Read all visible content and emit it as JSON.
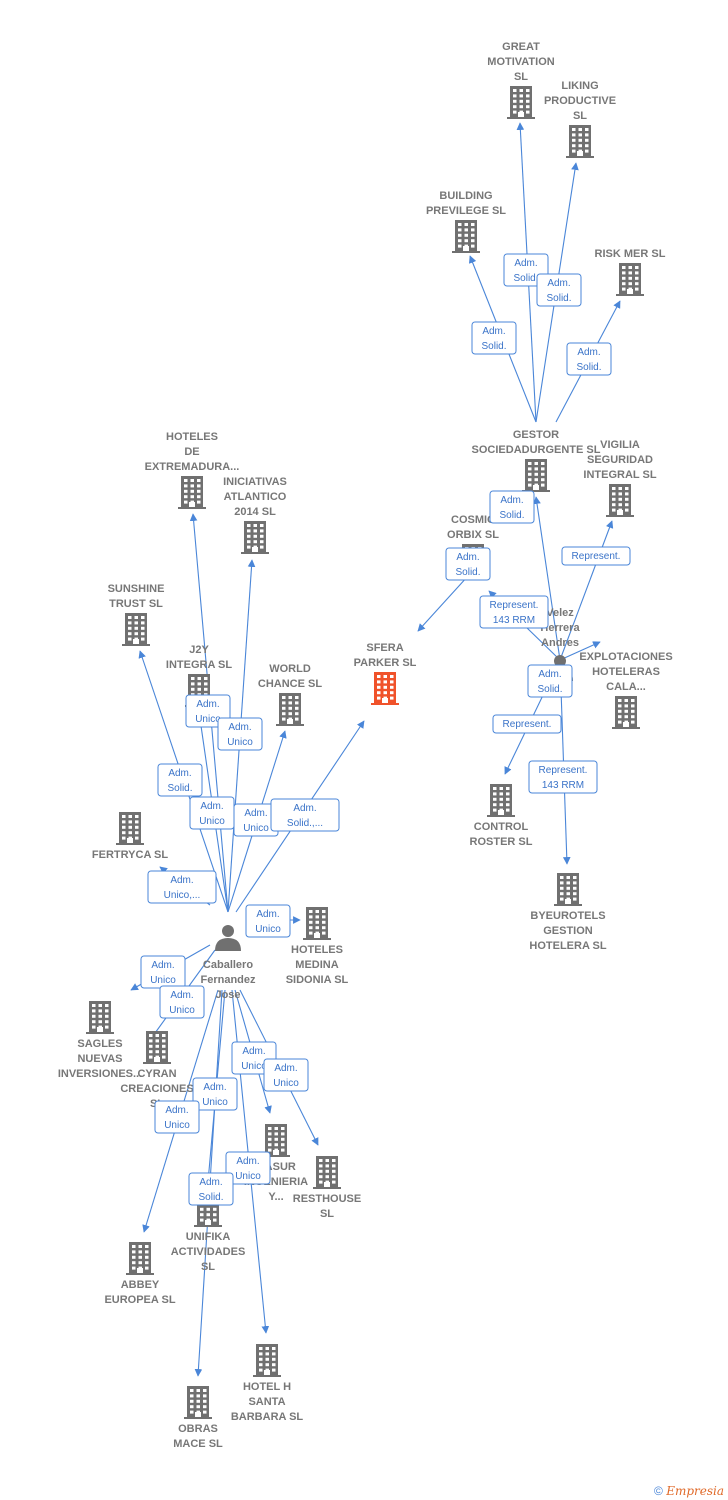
{
  "colors": {
    "node": "#707070",
    "main_node": "#f0522a",
    "edge": "#4a86d8",
    "label_text": "#3a73c8"
  },
  "nodes": [
    {
      "id": "great",
      "type": "company",
      "lines": [
        "GREAT",
        "MOTIVATION",
        "SL"
      ]
    },
    {
      "id": "liking",
      "type": "company",
      "lines": [
        "LIKING",
        "PRODUCTIVE",
        "SL"
      ]
    },
    {
      "id": "building",
      "type": "company",
      "lines": [
        "BUILDING",
        "PREVILEGE SL"
      ]
    },
    {
      "id": "riskmer",
      "type": "company",
      "lines": [
        "RISK MER SL"
      ]
    },
    {
      "id": "gestor",
      "type": "company",
      "lines": [
        "GESTOR",
        "SOCIEDADURGENTE SL"
      ]
    },
    {
      "id": "vigilia",
      "type": "company",
      "lines": [
        "VIGILIA",
        "SEGURIDAD",
        "INTEGRAL SL"
      ]
    },
    {
      "id": "cosmic",
      "type": "company",
      "lines": [
        "COSMIC",
        "ORBIX SL"
      ]
    },
    {
      "id": "velez",
      "type": "person",
      "lines": [
        "Velez",
        "Herrera",
        "Andres"
      ]
    },
    {
      "id": "explotaciones",
      "type": "company",
      "lines": [
        "EXPLOTACIONES",
        "HOTELERAS",
        "CALA..."
      ]
    },
    {
      "id": "control",
      "type": "company",
      "lines": [
        "CONTROL",
        "ROSTER SL"
      ]
    },
    {
      "id": "byeurotels",
      "type": "company",
      "lines": [
        "BYEUROTELS",
        "GESTION",
        "HOTELERA SL"
      ]
    },
    {
      "id": "sfera",
      "type": "main",
      "lines": [
        "SFERA",
        "PARKER SL"
      ]
    },
    {
      "id": "hoteles_ext",
      "type": "company",
      "lines": [
        "HOTELES",
        "DE",
        "EXTREMADURA..."
      ]
    },
    {
      "id": "iniciativas",
      "type": "company",
      "lines": [
        "INICIATIVAS",
        "ATLANTICO",
        "2014 SL"
      ]
    },
    {
      "id": "sunshine",
      "type": "company",
      "lines": [
        "SUNSHINE",
        "TRUST SL"
      ]
    },
    {
      "id": "j2y",
      "type": "company",
      "lines": [
        "J2Y",
        "INTEGRA SL"
      ]
    },
    {
      "id": "world",
      "type": "company",
      "lines": [
        "WORLD",
        "CHANCE SL"
      ]
    },
    {
      "id": "fertryca",
      "type": "company",
      "lines": [
        "FERTRYCA SL"
      ]
    },
    {
      "id": "caballero",
      "type": "person",
      "lines": [
        "Caballero",
        "Fernandez",
        "Jose"
      ]
    },
    {
      "id": "medina",
      "type": "company",
      "lines": [
        "HOTELES",
        "MEDINA",
        "SIDONIA SL"
      ]
    },
    {
      "id": "sagles",
      "type": "company",
      "lines": [
        "SAGLES",
        "NUEVAS",
        "INVERSIONES..."
      ]
    },
    {
      "id": "cyran",
      "type": "company",
      "lines": [
        "CYRAN",
        "CREACIONES",
        "SL"
      ]
    },
    {
      "id": "gasur",
      "type": "company",
      "lines": [
        "GASUR",
        "INGENIERIA",
        "Y..."
      ]
    },
    {
      "id": "resthouse",
      "type": "company",
      "lines": [
        "RESTHOUSE",
        "SL"
      ]
    },
    {
      "id": "unifika",
      "type": "company",
      "lines": [
        "UNIFIKA",
        "ACTIVIDADES",
        "SL"
      ]
    },
    {
      "id": "abbey",
      "type": "company",
      "lines": [
        "ABBEY",
        "EUROPEA SL"
      ]
    },
    {
      "id": "hotelh",
      "type": "company",
      "lines": [
        "HOTEL H",
        "SANTA",
        "BARBARA SL"
      ]
    },
    {
      "id": "obras",
      "type": "company",
      "lines": [
        "OBRAS",
        "MACE SL"
      ]
    }
  ],
  "edges": [
    {
      "from": "gestor",
      "to": "great",
      "label": [
        "Adm.",
        "Solid."
      ]
    },
    {
      "from": "gestor",
      "to": "liking",
      "label": [
        "Adm.",
        "Solid."
      ]
    },
    {
      "from": "gestor",
      "to": "building",
      "label": [
        "Adm.",
        "Solid."
      ]
    },
    {
      "from": "gestor",
      "to": "riskmer",
      "label": [
        "Adm.",
        "Solid."
      ]
    },
    {
      "from": "velez",
      "to": "gestor",
      "label": [
        "Adm.",
        "Solid."
      ]
    },
    {
      "from": "velez",
      "to": "vigilia",
      "label": [
        "Represent."
      ]
    },
    {
      "from": "velez",
      "to": "cosmic",
      "label": [
        "Represent.",
        "143 RRM"
      ]
    },
    {
      "from": "velez",
      "to": "explotaciones",
      "label": [
        "Adm.",
        "Solid."
      ]
    },
    {
      "from": "velez",
      "to": "control",
      "label": [
        "Represent."
      ]
    },
    {
      "from": "velez",
      "to": "byeurotels",
      "label": [
        "Represent.",
        "143 RRM"
      ]
    },
    {
      "from": "cosmic",
      "to": "sfera",
      "label": [
        "Adm.",
        "Solid."
      ]
    },
    {
      "from": "caballero",
      "to": "hoteles_ext",
      "label": [
        "Adm.",
        "Unico"
      ]
    },
    {
      "from": "caballero",
      "to": "iniciativas",
      "label": [
        "Adm.",
        "Unico"
      ]
    },
    {
      "from": "caballero",
      "to": "sunshine",
      "label": [
        "Adm.",
        "Solid."
      ]
    },
    {
      "from": "caballero",
      "to": "j2y",
      "label": [
        "Adm.",
        "Unico"
      ]
    },
    {
      "from": "caballero",
      "to": "world",
      "label": [
        "Adm.",
        "Unico"
      ]
    },
    {
      "from": "caballero",
      "to": "sfera",
      "label": [
        "Adm.",
        "Solid.,..."
      ]
    },
    {
      "from": "caballero",
      "to": "fertryca",
      "label": [
        "Adm.",
        "Unico,..."
      ]
    },
    {
      "from": "caballero",
      "to": "medina",
      "label": [
        "Adm.",
        "Unico"
      ]
    },
    {
      "from": "caballero",
      "to": "sagles",
      "label": [
        "Adm.",
        "Unico"
      ]
    },
    {
      "from": "caballero",
      "to": "cyran",
      "label": [
        "Adm.",
        "Unico"
      ]
    },
    {
      "from": "caballero",
      "to": "gasur",
      "label": [
        "Adm.",
        "Unico"
      ]
    },
    {
      "from": "caballero",
      "to": "resthouse",
      "label": [
        "Adm.",
        "Unico"
      ]
    },
    {
      "from": "caballero",
      "to": "unifika",
      "label": [
        "Adm.",
        "Unico"
      ]
    },
    {
      "from": "caballero",
      "to": "abbey",
      "label": [
        "Adm.",
        "Unico"
      ]
    },
    {
      "from": "caballero",
      "to": "hotelh",
      "label": [
        "Adm.",
        "Unico"
      ]
    },
    {
      "from": "caballero",
      "to": "obras",
      "label": [
        "Adm.",
        "Solid."
      ]
    }
  ],
  "footer": {
    "copyright_symbol": "©",
    "brand": "Empresia"
  }
}
